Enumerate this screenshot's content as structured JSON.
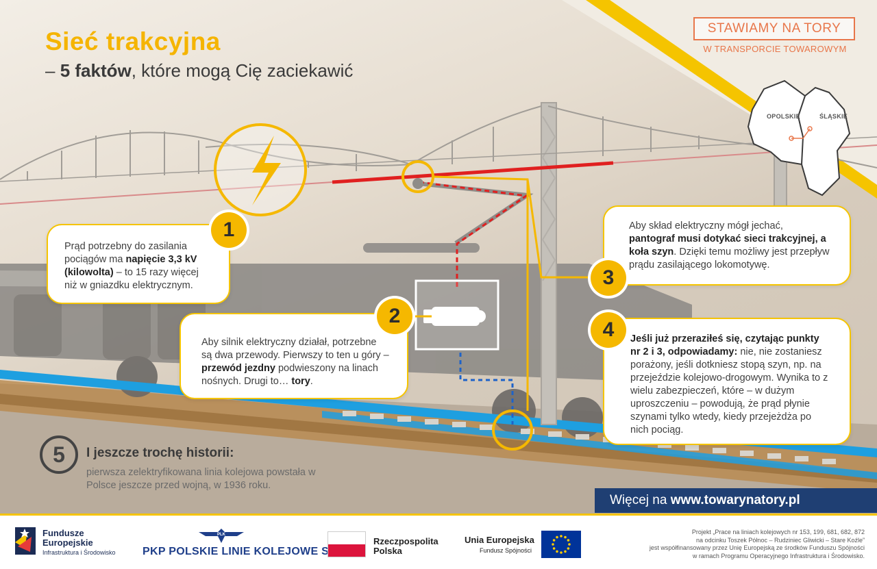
{
  "header": {
    "title": "Sieć trakcyjna",
    "subtitle_dash": "– ",
    "subtitle_bold": "5 faktów",
    "subtitle_rest": ", które mogą Cię zaciekawić"
  },
  "badge": {
    "main": "STAWIAMY NA TORY",
    "sub": "W TRANSPORCIE TOWAROWYM"
  },
  "map": {
    "label_left": "OPOLSKIE",
    "label_right": "ŚLĄSKIE"
  },
  "facts": [
    {
      "number": "1",
      "t1": "Prąd potrzebny do zasilania pociągów ma ",
      "b1": "napięcie 3,3 kV (kilowolta)",
      "t2": " – to 15 razy więcej niż w gniazdku elektrycznym."
    },
    {
      "number": "2",
      "t1": "Aby silnik elektryczny działał, potrzebne są dwa przewody. Pierwszy to ten u góry – ",
      "b1": "przewód jezdny",
      "t2": " podwieszony na linach nośnych. Drugi to… ",
      "b2": "tory",
      "t3": "."
    },
    {
      "number": "3",
      "t1": "Aby skład elektryczny mógł jechać, ",
      "b1": "pantograf musi dotykać sieci trakcyjnej, a koła szyn",
      "t2": ". Dzięki temu możliwy jest przepływ prądu zasilającego lokomotywę."
    },
    {
      "number": "4",
      "b1": "Jeśli już przeraziłeś się, czytając punkty nr 2 i 3, odpowiadamy:",
      "t1": " nie, nie zostaniesz porażony, jeśli dotkniesz stopą szyn, np. na przejeździe kolejowo-drogowym. Wynika to z wielu zabezpieczeń, które – w dużym uproszczeniu – powodują, że prąd płynie szynami tylko wtedy, kiedy przejeżdża po nich pociąg."
    }
  ],
  "history": {
    "number": "5",
    "title": "I jeszcze trochę historii:",
    "text": "pierwsza zelektryfikowana linia kolejowa powstała w Polsce jeszcze przed wojną, w 1936 roku."
  },
  "more": {
    "prefix": "Więcej na ",
    "url": "www.towarynatory.pl"
  },
  "footer": {
    "fe_line1": "Fundusze",
    "fe_line2": "Europejskie",
    "fe_sub": "Infrastruktura i Środowisko",
    "pkp_emblem": "PLK",
    "pkp": "PKP POLSKIE LINIE KOLEJOWE S.A.",
    "rp_line1": "Rzeczpospolita",
    "rp_line2": "Polska",
    "ue": "Unia Europejska",
    "ue_sub": "Fundusz Spójności",
    "project_lines": [
      "Projekt „Prace na liniach kolejowych nr 153, 199, 681, 682, 872",
      "na odcinku Toszek Północ – Rudziniec Gliwicki – Stare Koźle”",
      "jest współfinansowany przez Unię Europejską ze środków Funduszu Spójności",
      "w ramach Programu Operacyjnego Infrastruktura i Środowisko."
    ]
  },
  "colors": {
    "accent_yellow": "#f5b800",
    "badge_orange": "#e8764a",
    "contact_wire_red": "#e02020",
    "rail_blue": "#1e9fe0",
    "banner_navy": "#1f3f73"
  }
}
